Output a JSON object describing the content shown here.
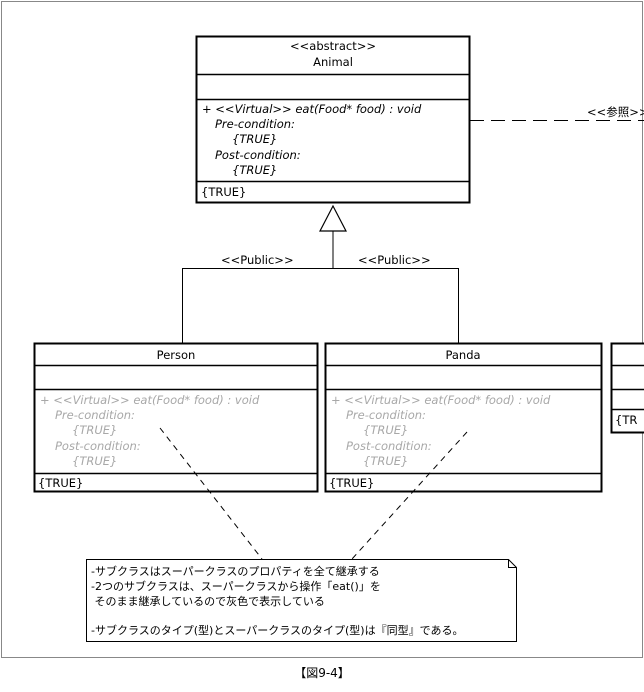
{
  "animal": {
    "stereotype": "<<abstract>>",
    "name": "Animal",
    "op": "+ <<Virtual>> eat(Food* food) : void",
    "pre_label": "Pre-condition:",
    "pre_value": "{TRUE}",
    "post_label": "Post-condition:",
    "post_value": "{TRUE}",
    "invariant": "{TRUE}"
  },
  "person": {
    "name": "Person",
    "op": "+ <<Virtual>> eat(Food* food) : void",
    "pre_label": "Pre-condition:",
    "pre_value": "{TRUE}",
    "post_label": "Post-condition:",
    "post_value": "{TRUE}",
    "invariant": "{TRUE}"
  },
  "panda": {
    "name": "Panda",
    "op": "+ <<Virtual>> eat(Food* food) : void",
    "pre_label": "Pre-condition:",
    "pre_value": "{TRUE}",
    "post_label": "Post-condition:",
    "post_value": "{TRUE}",
    "invariant": "{TRUE}"
  },
  "partial_class": {
    "invariant_fragment": "{TR"
  },
  "generalization": {
    "left_label": "<<Public>>",
    "right_label": "<<Public>>"
  },
  "reference": {
    "label": "<<参照>>"
  },
  "note": {
    "line1": "-サブクラスはスーパークラスのプロパティを全て継承する",
    "line2": "-2つのサブクラスは、スーパークラスから操作「eat()」を",
    "line3": " そのまま継承しているので灰色で表示している",
    "line4": "-サブクラスのタイプ(型)とスーパークラスのタイプ(型)は『同型』である。"
  },
  "caption": "【図9-4】",
  "colors": {
    "inherited_text": "#a8a8a8",
    "line": "#000000"
  }
}
